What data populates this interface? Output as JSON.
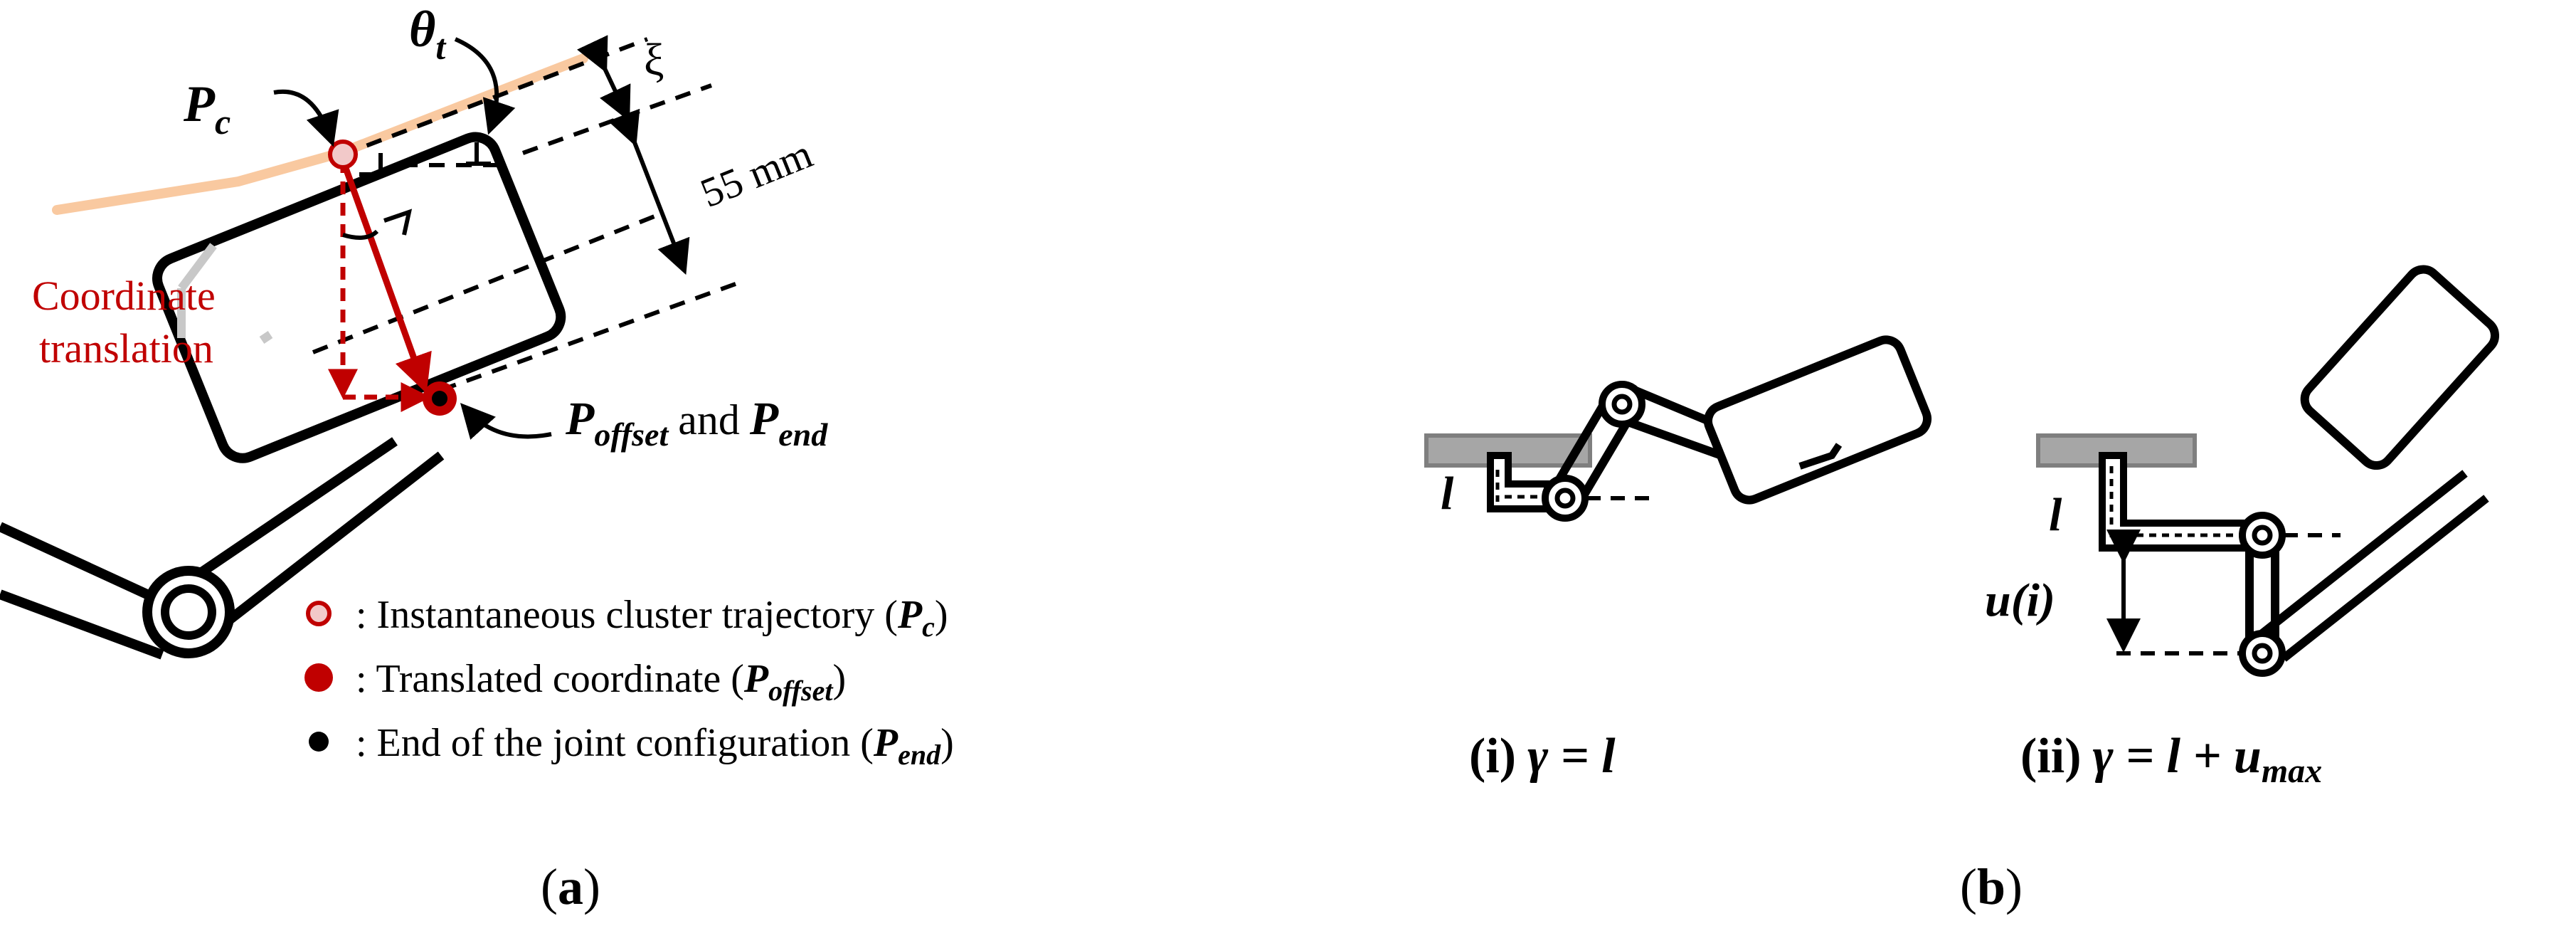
{
  "panel_a": {
    "labels": {
      "pc_main": "P",
      "pc_sub": "c",
      "theta_main": "θ",
      "theta_sub": "t",
      "xi": "ξ",
      "dimension": "55 mm",
      "coord_line1": "Coordinate",
      "coord_line2": "translation",
      "poffset_main": "P",
      "poffset_sub": "offset",
      "and_word": "and",
      "pend_main": "P",
      "pend_sub": "end"
    },
    "legend": [
      {
        "text": ": Instantaneous cluster trajectory (",
        "sym": "P",
        "sub": "c",
        "close": ")"
      },
      {
        "text": ": Translated coordinate (",
        "sym": "P",
        "sub": "offset",
        "close": ")"
      },
      {
        "text": ": End of the joint configuration (",
        "sym": "P",
        "sub": "end",
        "close": ")"
      }
    ],
    "caption_open": "(",
    "caption_letter": "a",
    "caption_close": ")"
  },
  "panel_b": {
    "sub_i": {
      "l_label": "l",
      "caption_num": "(i)",
      "caption_eq": "γ = l"
    },
    "sub_ii": {
      "l_label": "l",
      "u_label": "u(i)",
      "caption_num": "(ii)",
      "caption_eq": "γ = l + u",
      "caption_sub": "max"
    },
    "caption_open": "(",
    "caption_letter": "b",
    "caption_close": ")"
  },
  "colors": {
    "trajectory": "#f9c9a0",
    "red": "#c00000",
    "black": "#000000",
    "gray_plate": "#a6a6a6",
    "gray_line": "#c8c8c8"
  }
}
